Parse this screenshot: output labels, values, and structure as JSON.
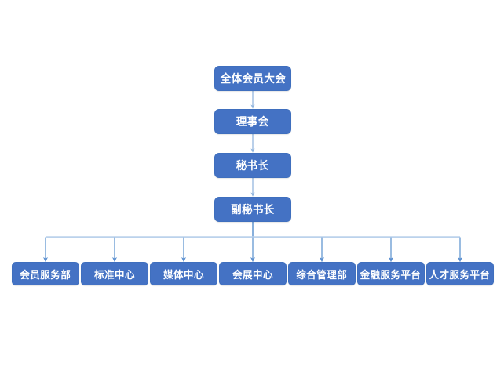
{
  "chart_data": {
    "type": "diagram",
    "diagram_type": "organizational-chart",
    "title": "",
    "orientation": "top-down",
    "levels": 5,
    "colors": {
      "node_fill": "#4472C4",
      "node_border": "#3F6FBE",
      "node_text": "#FFFFFF",
      "connector": "#A8C4E5",
      "connector_arrow": "#5B8FD0",
      "background": "#FFFFFF"
    },
    "nodes": [
      {
        "id": "n0",
        "label": "全体会员大会",
        "level": 0
      },
      {
        "id": "n1",
        "label": "理事会",
        "level": 1
      },
      {
        "id": "n2",
        "label": "秘书长",
        "level": 2
      },
      {
        "id": "n3",
        "label": "副秘书长",
        "level": 3
      },
      {
        "id": "d1",
        "label": "会员服务部",
        "level": 4
      },
      {
        "id": "d2",
        "label": "标准中心",
        "level": 4
      },
      {
        "id": "d3",
        "label": "媒体中心",
        "level": 4
      },
      {
        "id": "d4",
        "label": "会展中心",
        "level": 4
      },
      {
        "id": "d5",
        "label": "综合管理部",
        "level": 4
      },
      {
        "id": "d6",
        "label": "金融服务平台",
        "level": 4
      },
      {
        "id": "d7",
        "label": "人才服务平台",
        "level": 4
      }
    ],
    "edges": [
      {
        "from": "n0",
        "to": "n1",
        "style": "arrow"
      },
      {
        "from": "n1",
        "to": "n2",
        "style": "arrow"
      },
      {
        "from": "n2",
        "to": "n3",
        "style": "arrow"
      },
      {
        "from": "n3",
        "to": "d1",
        "style": "elbow-arrow"
      },
      {
        "from": "n3",
        "to": "d2",
        "style": "elbow-arrow"
      },
      {
        "from": "n3",
        "to": "d3",
        "style": "elbow-arrow"
      },
      {
        "from": "n3",
        "to": "d4",
        "style": "elbow-arrow"
      },
      {
        "from": "n3",
        "to": "d5",
        "style": "elbow-arrow"
      },
      {
        "from": "n3",
        "to": "d6",
        "style": "elbow-arrow"
      },
      {
        "from": "n3",
        "to": "d7",
        "style": "elbow-arrow"
      }
    ]
  },
  "trunk": {
    "general_assembly": "全体会员大会",
    "council": "理事会",
    "secretary_general": "秘书长",
    "deputy_secretary_general": "副秘书长"
  },
  "departments": [
    {
      "label": "会员服务部"
    },
    {
      "label": "标准中心"
    },
    {
      "label": "媒体中心"
    },
    {
      "label": "会展中心"
    },
    {
      "label": "综合管理部"
    },
    {
      "label": "金融服务平台"
    },
    {
      "label": "人才服务平台"
    }
  ]
}
